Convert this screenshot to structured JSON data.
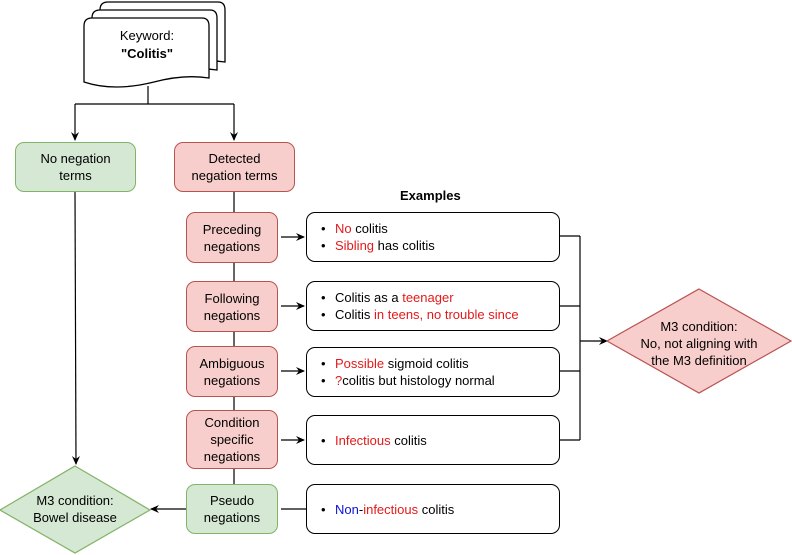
{
  "keyword": {
    "label": "Keyword:",
    "value": "\"Colitis\""
  },
  "no_negation": {
    "label": "No negation terms"
  },
  "detected": {
    "label": "Detected negation terms"
  },
  "examples_title": "Examples",
  "categories": [
    {
      "label": "Preceding negations",
      "color": "red"
    },
    {
      "label": "Following negations",
      "color": "red"
    },
    {
      "label": "Ambiguous negations",
      "color": "red"
    },
    {
      "label": "Condition specific negations",
      "color": "red"
    },
    {
      "label": "Pseudo negations",
      "color": "green"
    }
  ],
  "examples": [
    [
      [
        {
          "t": "No",
          "c": "neg"
        },
        {
          "t": " colitis",
          "c": ""
        }
      ],
      [
        {
          "t": "Sibling",
          "c": "neg"
        },
        {
          "t": " has colitis",
          "c": ""
        }
      ]
    ],
    [
      [
        {
          "t": "Colitis as a ",
          "c": ""
        },
        {
          "t": "teenager",
          "c": "neg"
        }
      ],
      [
        {
          "t": "Colitis ",
          "c": ""
        },
        {
          "t": "in teens, no trouble since",
          "c": "neg"
        }
      ]
    ],
    [
      [
        {
          "t": "Possible",
          "c": "neg"
        },
        {
          "t": " sigmoid colitis",
          "c": ""
        }
      ],
      [
        {
          "t": "?",
          "c": "neg"
        },
        {
          "t": "colitis but histology normal",
          "c": ""
        }
      ]
    ],
    [
      [
        {
          "t": "Infectious",
          "c": "neg"
        },
        {
          "t": " colitis",
          "c": ""
        }
      ]
    ],
    [
      [
        {
          "t": "Non",
          "c": "pseudo"
        },
        {
          "t": "-",
          "c": ""
        },
        {
          "t": "infectious",
          "c": "neg"
        },
        {
          "t": " colitis",
          "c": ""
        }
      ]
    ]
  ],
  "outcome_negative": {
    "line1": "M3 condition:",
    "line2": "No, not aligning with",
    "line3": "the M3 definition"
  },
  "outcome_positive": {
    "line1": "M3 condition:",
    "line2": "Bowel disease"
  },
  "colors": {
    "red_fill": "#f8cecc",
    "red_stroke": "#b85450",
    "green_fill": "#d5e8d4",
    "green_stroke": "#82b366",
    "negation_text": "#e31a1a",
    "pseudo_text": "#0a12d6"
  }
}
